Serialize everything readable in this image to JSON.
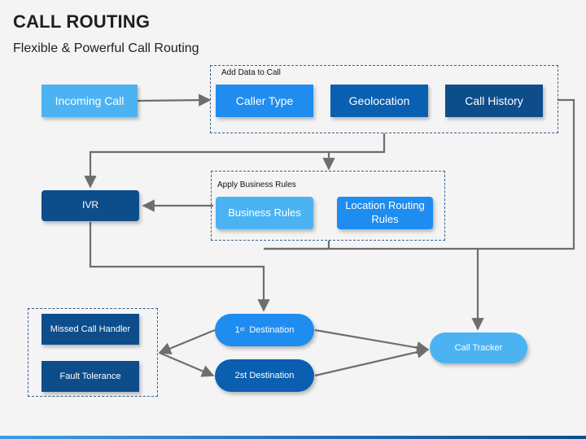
{
  "slide": {
    "title": "CALL ROUTING",
    "subtitle": "Flexible & Powerful Call Routing"
  },
  "groups": {
    "add_data": "Add Data to Call",
    "business_rules": "Apply Business Rules"
  },
  "nodes": {
    "incoming_call": "Incoming Call",
    "caller_type": "Caller Type",
    "geolocation": "Geolocation",
    "call_history": "Call History",
    "ivr": "IVR",
    "business_rules": "Business Rules",
    "location_routing_rules": "Location Routing Rules",
    "missed_call_handler": "Missed Call Handler",
    "fault_tolerance": "Fault Tolerance",
    "first_destination": {
      "number": "1",
      "sup": "st",
      "label": "Destination"
    },
    "second_destination": "2st Destination",
    "call_tracker": "Call Tracker"
  },
  "colors": {
    "light": "#4cb3f3",
    "mid": "#1f8cf0",
    "dark": "#0a5fb0",
    "navy": "#0d4d8c",
    "connector": "#6e6e6e"
  }
}
